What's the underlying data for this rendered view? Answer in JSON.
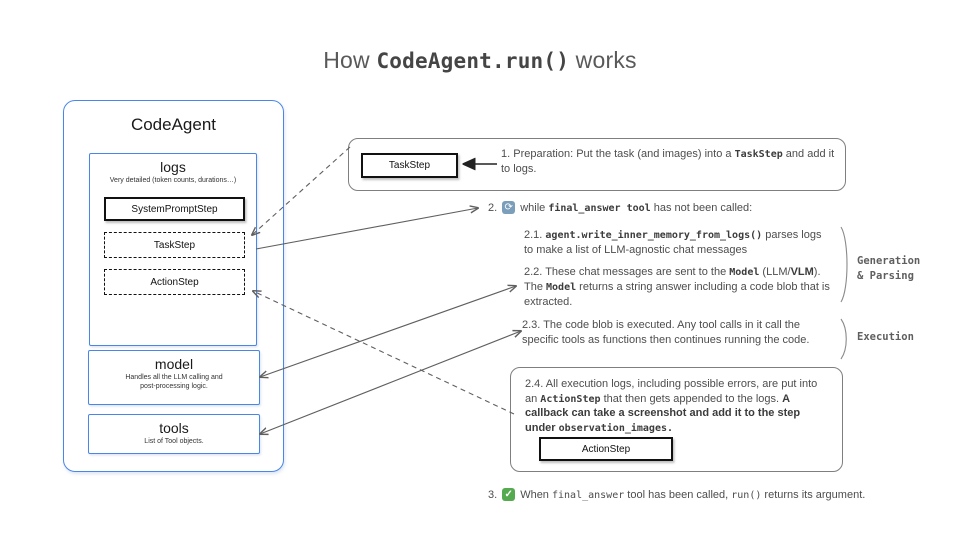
{
  "colors": {
    "accent_blue": "#4a86e8",
    "box_border_gray": "#7f7f7f",
    "body_text": "#4d4d4d",
    "loop_icon_bg": "#7b9fba",
    "check_icon_bg": "#55a94e"
  },
  "title": {
    "prefix": "How ",
    "code": "CodeAgent.run()",
    "suffix": " works"
  },
  "agent": {
    "title": "CodeAgent",
    "logs": {
      "title": "logs",
      "subtitle": "Very detailed (token counts, durations…)",
      "steps": [
        "SystemPromptStep",
        "TaskStep",
        "ActionStep"
      ]
    },
    "model": {
      "title": "model",
      "subtitle": "Handles all the LLM calling and\npost-processing logic."
    },
    "tools": {
      "title": "tools",
      "subtitle": "List of Tool objects."
    }
  },
  "flow": {
    "step1": {
      "chip": "TaskStep",
      "text": [
        {
          "t": "1.  Preparation: Put the task (and images) into a "
        },
        {
          "t": "TaskStep",
          "m": true,
          "b": true
        },
        {
          "t": " and add it to logs."
        }
      ]
    },
    "step2": {
      "number": "2.",
      "icon": "loop-icon",
      "icon_glyph": "⟳",
      "text": [
        {
          "t": "while "
        },
        {
          "t": "final_answer tool",
          "m": true,
          "b": true
        },
        {
          "t": " has not been called:"
        }
      ]
    },
    "step21": [
      {
        "t": "2.1. "
      },
      {
        "t": "agent.write_inner_memory_from_logs()",
        "m": true,
        "b": true
      },
      {
        "t": " parses logs to make a list of LLM-agnostic chat messages"
      }
    ],
    "step22": [
      {
        "t": "2.2. These chat messages are sent to the "
      },
      {
        "t": "Model",
        "m": true,
        "b": true
      },
      {
        "t": " (LLM/"
      },
      {
        "t": "VLM",
        "b": true
      },
      {
        "t": "). The "
      },
      {
        "t": "Model",
        "m": true,
        "b": true
      },
      {
        "t": " returns a string answer including a code blob that is extracted."
      }
    ],
    "label_generation": "Generation\n& Parsing",
    "step23": [
      {
        "t": "2.3. The code blob is executed. Any tool calls in it call the specific tools as functions then continues running the code."
      }
    ],
    "label_execution": "Execution",
    "step24": {
      "text": [
        {
          "t": "2.4. All execution logs, including possible errors, are put into an "
        },
        {
          "t": "ActionStep",
          "m": true,
          "b": true
        },
        {
          "t": " that then gets appended to the logs. "
        },
        {
          "t": "A callback can  take a screenshot and add it to the step under ",
          "b": true
        },
        {
          "t": "observation_images.",
          "m": true,
          "b": true
        }
      ],
      "chip": "ActionStep"
    },
    "step3": {
      "number": "3.",
      "icon": "check-icon",
      "icon_glyph": "✓",
      "text": [
        {
          "t": "When "
        },
        {
          "t": "final_answer",
          "m": true
        },
        {
          "t": " tool has been called, "
        },
        {
          "t": "run()",
          "m": true
        },
        {
          "t": " returns its argument."
        }
      ]
    }
  }
}
